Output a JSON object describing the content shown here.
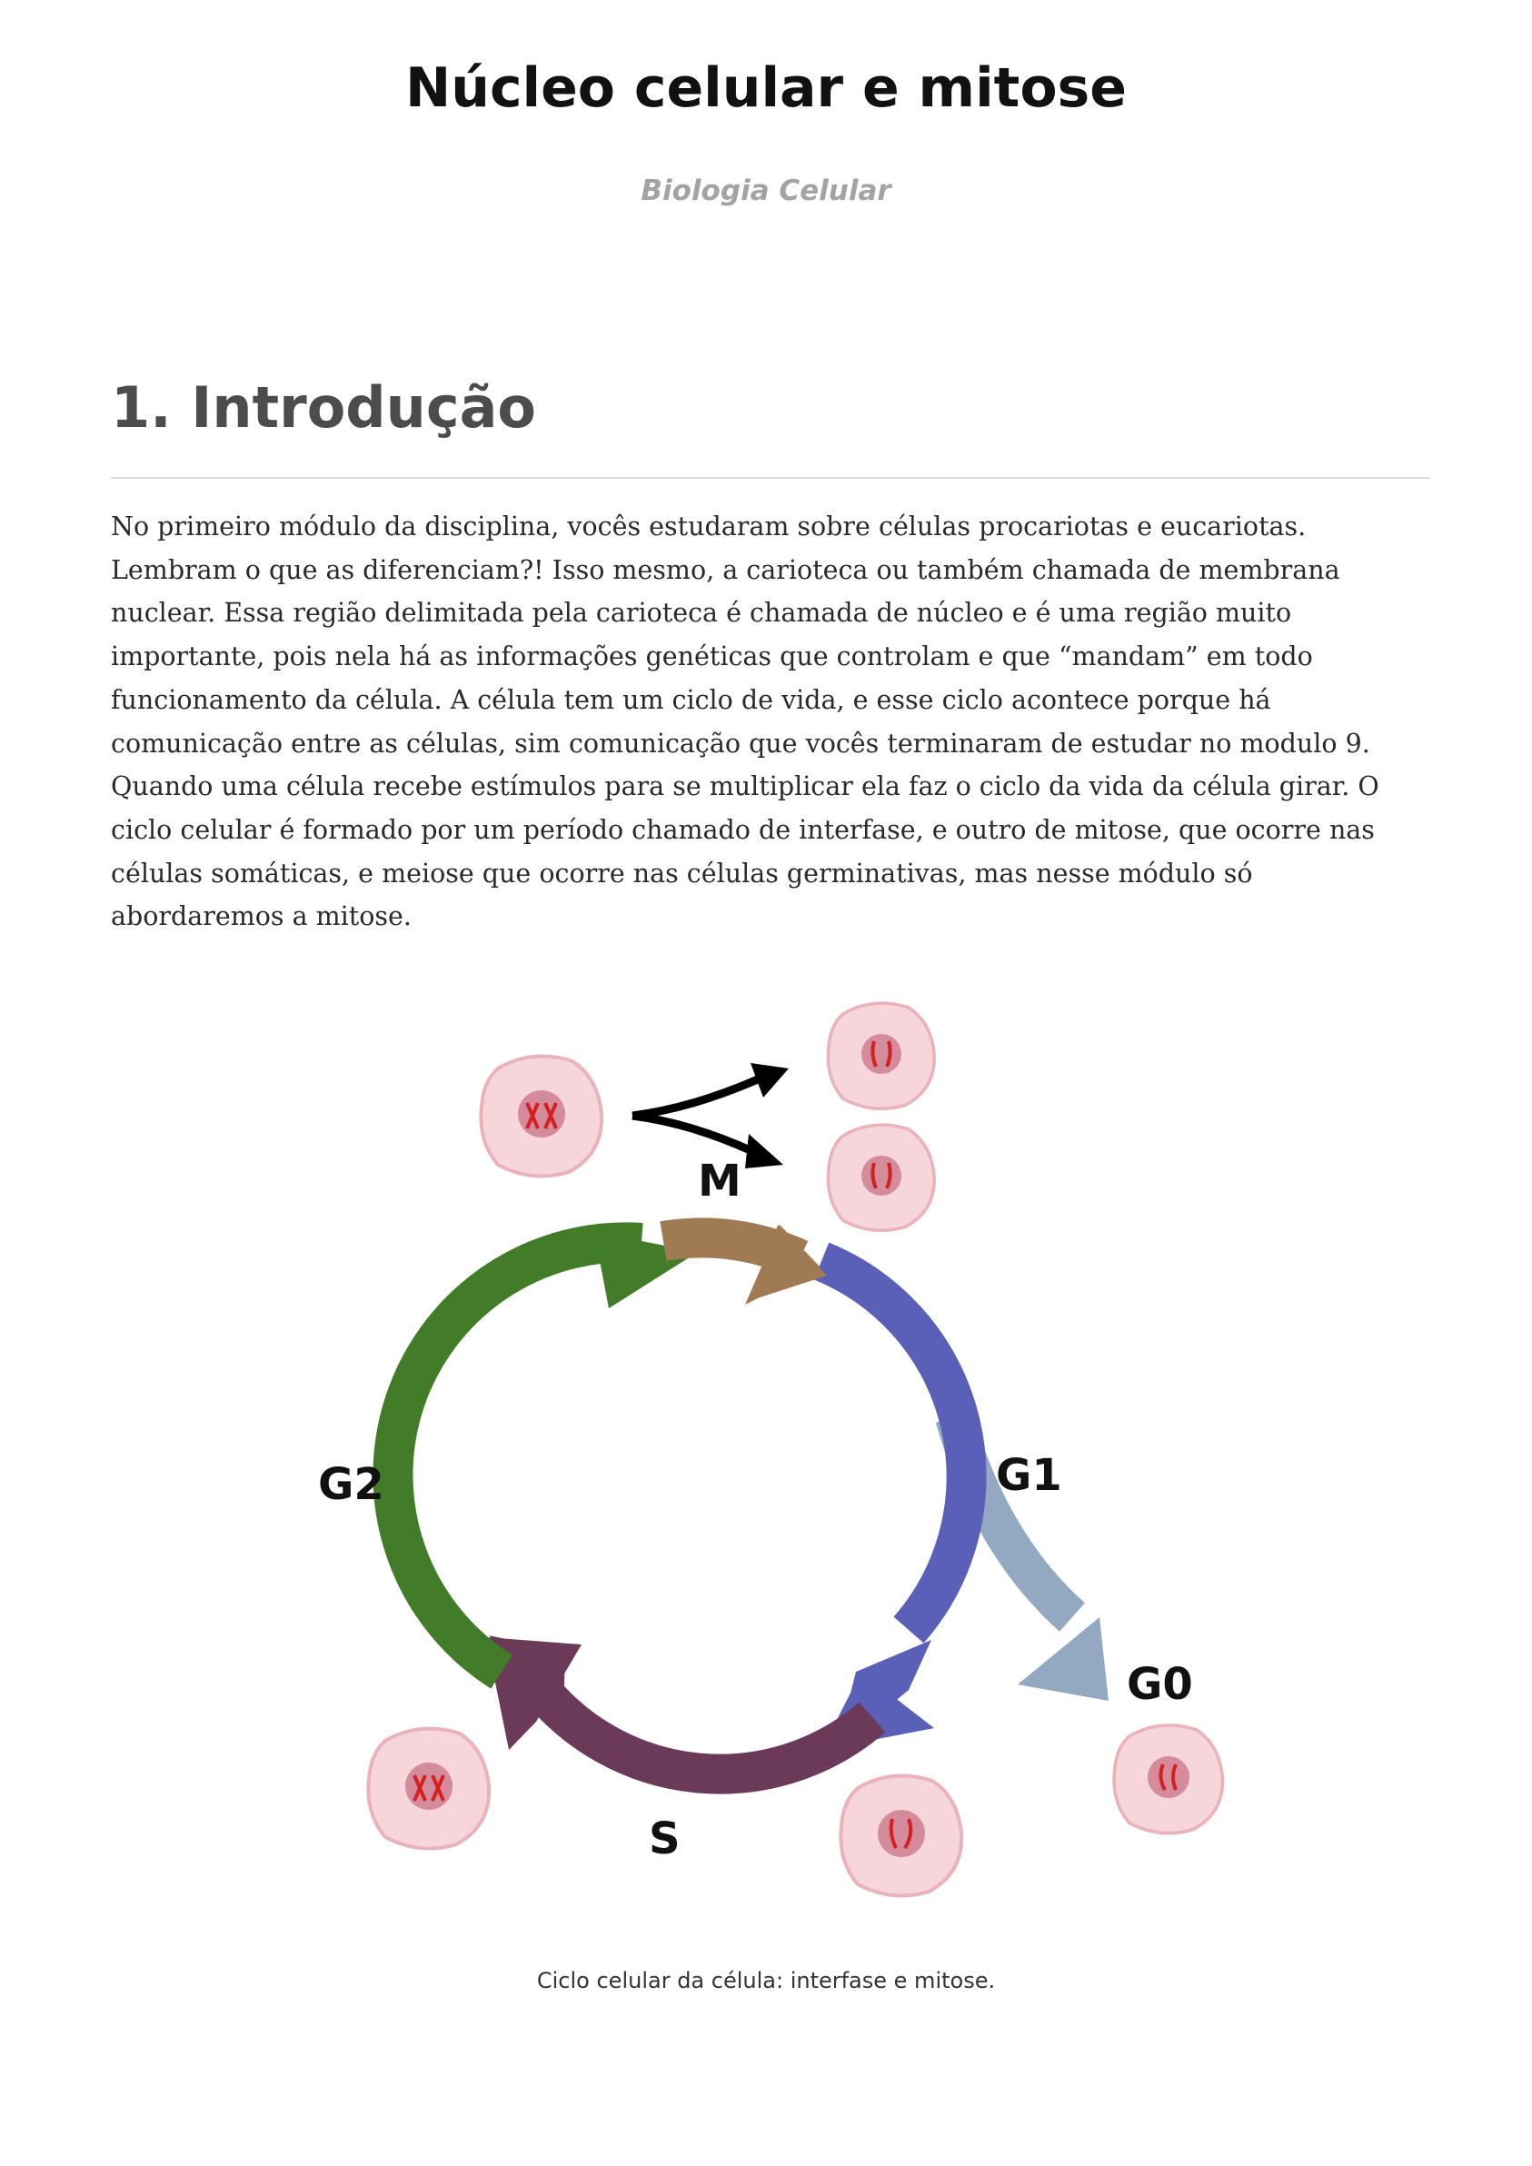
{
  "document": {
    "title": "Núcleo celular e mitose",
    "subtitle": "Biologia Celular"
  },
  "section": {
    "heading": "1. Introdução",
    "paragraph": "No primeiro módulo da disciplina, vocês estudaram sobre células procariotas e eucariotas. Lembram o que as diferenciam?! Isso mesmo, a carioteca ou também chamada de membrana nuclear. Essa região delimitada pela carioteca é chamada de núcleo e é uma região muito importante, pois nela há as informações genéticas que controlam e que “mandam” em todo funcionamento da célula. A célula tem um ciclo de vida, e esse ciclo acontece porque há comunicação entre as células, sim comunicação que vocês terminaram de estudar no modulo 9. Quando uma célula recebe estímulos para se multiplicar ela faz o ciclo da vida da célula girar. O ciclo celular é formado por um período chamado de interfase, e outro de mitose, que ocorre nas células somáticas, e meiose que ocorre nas células germinativas, mas nesse módulo só abordaremos a mitose."
  },
  "figure": {
    "phases": {
      "m": "M",
      "g1": "G1",
      "g0": "G0",
      "s": "S",
      "g2": "G2"
    },
    "colors": {
      "m": "#a07a52",
      "g1": "#5a60b8",
      "g0": "#93a9c2",
      "s": "#6b3a58",
      "g2": "#427c28",
      "cell_fill": "#f6d6da",
      "cell_edge": "#eab2bb",
      "nucleus": "#d48b9b",
      "chromosome": "#d42020"
    },
    "caption": "Ciclo celular da célula: interfase e mitose."
  }
}
